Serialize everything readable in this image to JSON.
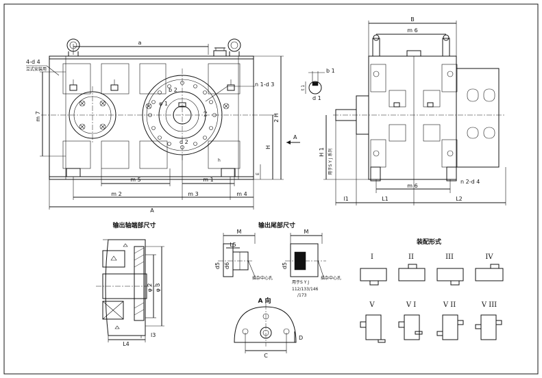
{
  "front": {
    "dims": {
      "A": "A",
      "m2": "m 2",
      "m3": "m 3",
      "m4": "m 4",
      "m5": "m 5",
      "m1": "m 1",
      "a": "a",
      "m7": "m 7",
      "H": "H",
      "h": "h",
      "two_H": "2 H",
      "b2": "b 2",
      "d1": "φ 1",
      "d2": "d 2",
      "t2": "t 2",
      "n1d3": "n 1-d 3",
      "E": "E",
      "view_A_arrow": "A"
    },
    "note_4d4": "4-d 4",
    "note_mount": "立式安装用"
  },
  "side": {
    "dims": {
      "B": "B",
      "m6_top": "m 6",
      "m6_bottom": "m 6",
      "L1": "L1",
      "L2": "L2",
      "l1": "l1",
      "H1": "H 1",
      "n2d4": "n 2-d 4",
      "b1": "b 1",
      "t1": "t 1",
      "d1": "d 1"
    },
    "note_vert": "用于S Y J 系列"
  },
  "out_shaft_title": "输出轴端部尺寸",
  "out_shaft": {
    "d2": "φ 2",
    "d3": "φ 3",
    "L4": "L4",
    "l3": "l3"
  },
  "tail_title": "输出尾部尺寸",
  "tail": {
    "M_left": "M",
    "L5": "L5",
    "d5_left": "d5",
    "d6": "d6",
    "center_hole_left": "描杂中心孔",
    "M_right": "M",
    "d5_right": "d5",
    "center_hole_right": "描杂中心孔",
    "note_syj": "用于S Y J",
    "note_series": "112/133/146",
    "note_series2": "/173"
  },
  "view_a": {
    "title": "A 向",
    "C": "C",
    "D": "D"
  },
  "assembly": {
    "title": "装配形式",
    "forms": [
      "I",
      "II",
      "III",
      "IV",
      "V",
      "V I",
      "V II",
      "V III"
    ]
  }
}
